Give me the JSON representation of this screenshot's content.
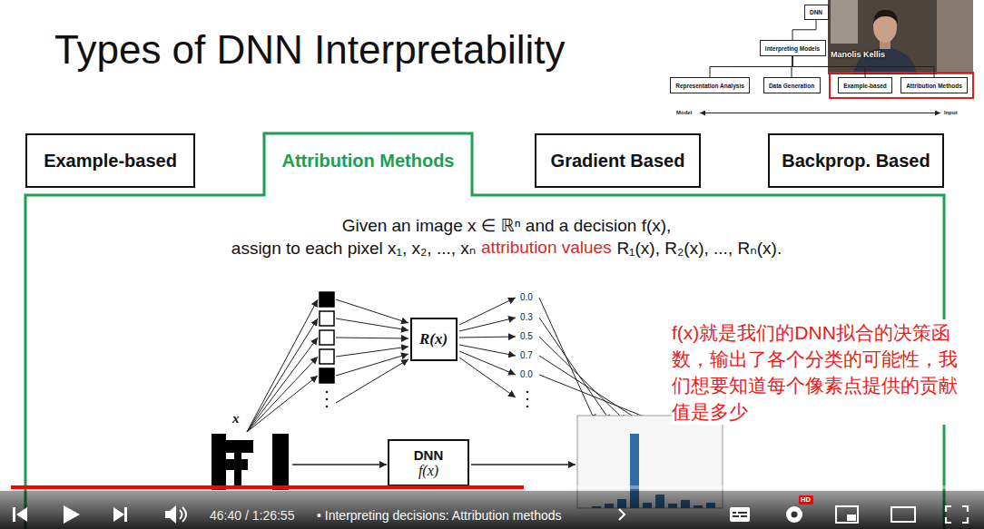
{
  "diagram": {
    "title": "Types of DNN Interpretability",
    "nodes": [
      {
        "text": [
          "DNN"
        ]
      },
      {
        "text": [
          "Interpreting Models"
        ]
      },
      {
        "text": [
          "Representation Analysis"
        ]
      },
      {
        "text": [
          "Data Generation"
        ]
      },
      {
        "text": [
          "Example-based"
        ]
      },
      {
        "text": [
          "Attribution Methods"
        ]
      },
      {
        "text": [
          "Example-based"
        ]
      },
      {
        "text": [
          "Attribution Methods"
        ]
      },
      {
        "text": [
          "Gradient Based"
        ]
      },
      {
        "text": [
          "Backprop. Based"
        ]
      },
      {
        "text": [
          "R(x)"
        ]
      },
      {
        "text": [
          "DNN",
          "f(x)"
        ]
      }
    ],
    "edges": [
      {
        "from": 0,
        "to": 1,
        "arrow": "none"
      },
      {
        "from": 1,
        "to": 2,
        "arrow": "none"
      },
      {
        "from": 1,
        "to": 3,
        "arrow": "none"
      },
      {
        "from": 1,
        "to": 4,
        "arrow": "none"
      },
      {
        "from": 1,
        "to": 5,
        "arrow": "none"
      }
    ],
    "labels": [
      "Manolis Kellis",
      "Model",
      "Input",
      "Given an image x ∈ ℝⁿ and a decision f(x),",
      "assign to each pixel x₁, x₂, ..., xₙ",
      "attribution values",
      "R₁(x), R₂(x), ..., Rₙ(x).",
      "x",
      "0.0",
      "0.3",
      "0.5",
      "0.7",
      "0.0",
      "f(x)就是我们的DNN拟合的决策函数，输出了各个分类的可能性，我们想要知道每个像素点提供的贡献值是多少",
      "46:40 / 1:26:55",
      "• Interpreting decisions: Attribution methods",
      "HD"
    ]
  }
}
